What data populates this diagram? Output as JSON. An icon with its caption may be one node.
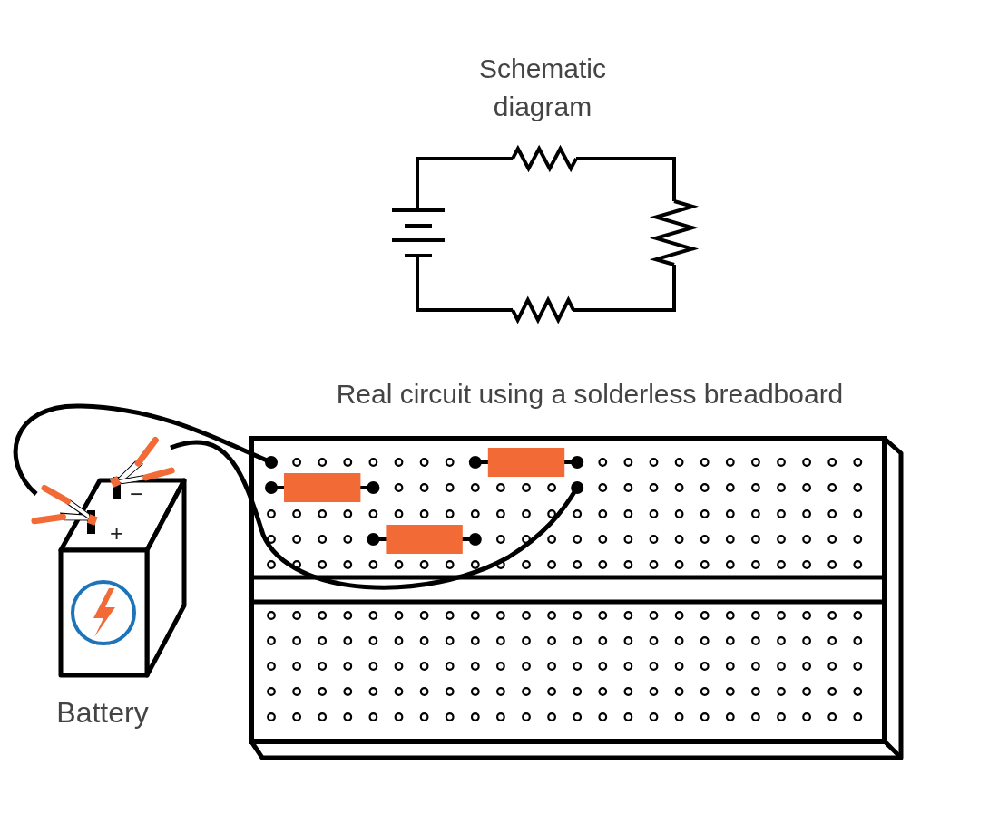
{
  "diagram": {
    "labels": [
      "Schematic diagram",
      "Real circuit using a solderless breadboard",
      "−",
      "+",
      "Battery"
    ]
  }
}
